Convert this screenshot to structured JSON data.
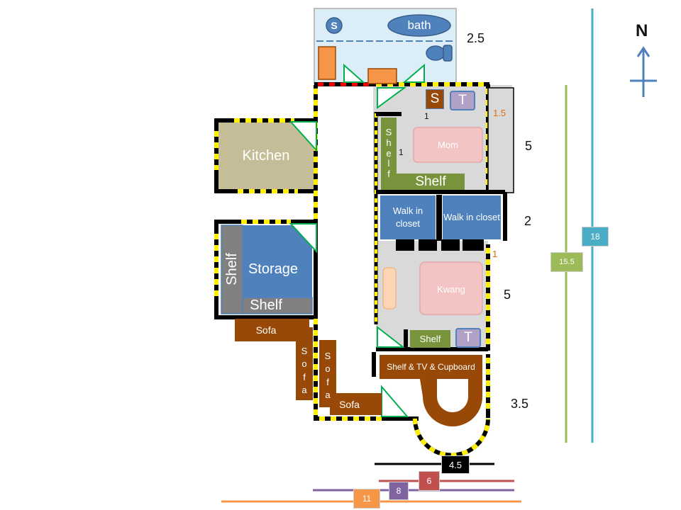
{
  "compass": {
    "label": "N"
  },
  "rooms": {
    "bath": "bath",
    "bath_s": "S",
    "kitchen": "Kitchen",
    "storage": "Storage",
    "storage_shelf_side": "Shelf",
    "storage_shelf_bottom": "Shelf",
    "mom": "Mom",
    "kwang": "Kwang",
    "walkin_left": "Walk in closet",
    "walkin_right": "Walk in closet",
    "shelf_vertical_letters": [
      "S",
      "h",
      "e",
      "l",
      "f"
    ],
    "shelf_mom_bottom": "Shelf",
    "shelf_kwang": "Shelf",
    "s_box": "S",
    "t_box_top": "T",
    "t_box_bottom": "T",
    "tv_unit": "Shelf & TV & Cupboard"
  },
  "sofas": {
    "sofa_top": "Sofa",
    "sofa_mid_letters": [
      "S",
      "o",
      "f",
      "a"
    ],
    "sofa_right_letters": [
      "S",
      "o",
      "f",
      "a"
    ],
    "sofa_bottom": "Sofa"
  },
  "dimensions": {
    "bath_height": "2.5",
    "mom_height": "5",
    "closet_height": "2",
    "kwang_height": "5",
    "living_height": "3.5",
    "mom_right_small": "1.5",
    "closet_small": "1",
    "s_box_small": "1",
    "shelf_small": "1",
    "width_black": "4.5",
    "width_red": "6",
    "width_purple": "8",
    "width_orange": "11",
    "height_green": "15.5",
    "height_blue": "18"
  },
  "colors": {
    "wall": "#000000",
    "window": "#ffef00",
    "door": "#00b050",
    "room_grey": "#d9d9d9",
    "closet_blue": "#4f81bd",
    "shelf_green": "#77933c",
    "sofa_brown": "#984807",
    "bed_pink": "#f2c4c4",
    "kitchen_tan": "#c4bd97",
    "bath_blue": "#dbeef8",
    "line_black": "#000000",
    "line_red": "#c0504d",
    "line_purple": "#8064a2",
    "line_orange": "#f79646",
    "line_green": "#9bbb59",
    "line_blue": "#4bacc6"
  }
}
